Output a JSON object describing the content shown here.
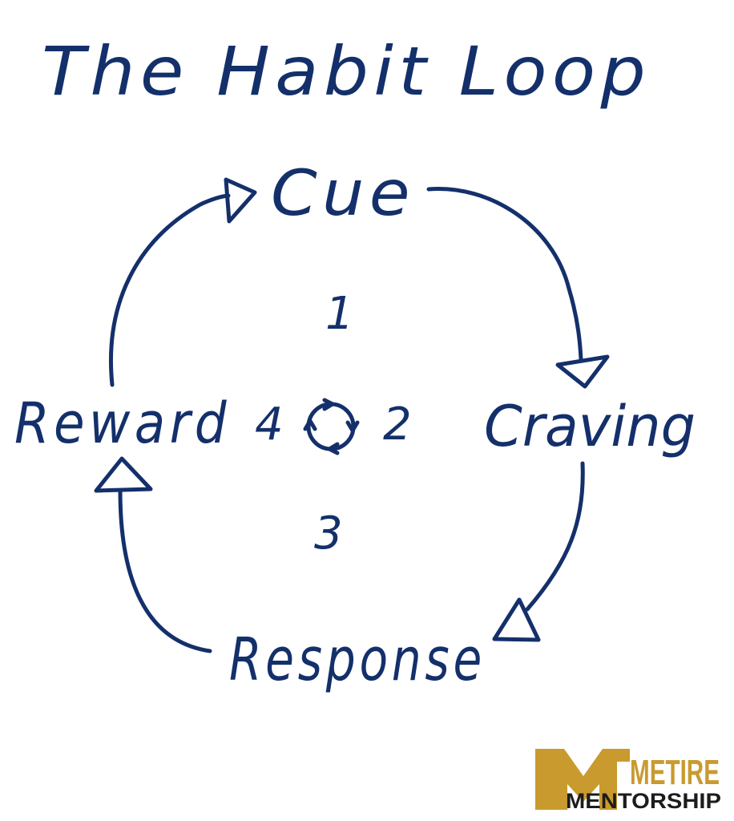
{
  "diagram": {
    "title": "The Habit Loop",
    "stages": {
      "cue": "Cue",
      "craving": "Craving",
      "response": "Response",
      "reward": "Reward"
    },
    "numbers": {
      "one": "1",
      "two": "2",
      "three": "3",
      "four": "4"
    }
  },
  "logo": {
    "line1": "METIRE",
    "line2": "MENTORSHIP"
  },
  "colors": {
    "ink": "#14306b",
    "logo_gold": "#c99a2e",
    "logo_dark": "#1c1c1c"
  }
}
